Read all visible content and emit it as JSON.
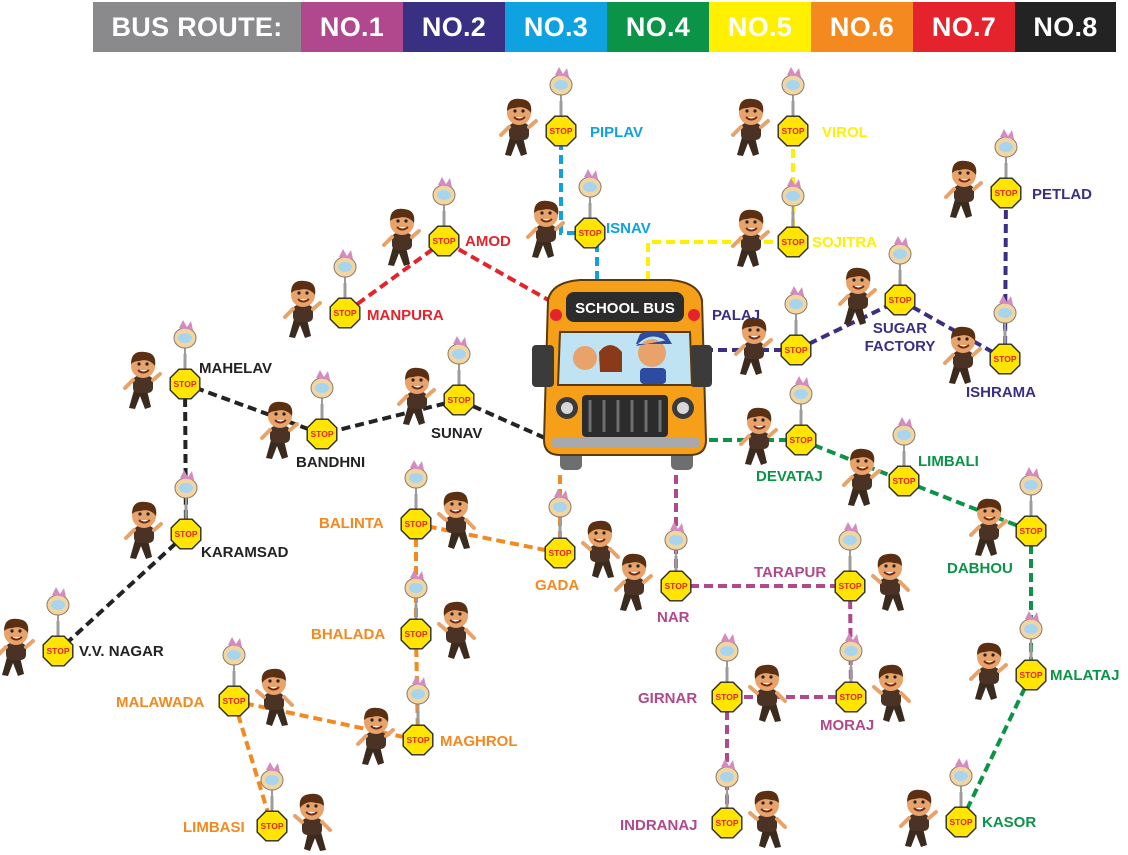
{
  "legend": {
    "title": "BUS ROUTE:",
    "title_color": "#8a8a8c",
    "routes": [
      {
        "label": "NO.1",
        "color": "#b1488e"
      },
      {
        "label": "NO.2",
        "color": "#3a3083"
      },
      {
        "label": "NO.3",
        "color": "#0ea2e1"
      },
      {
        "label": "NO.4",
        "color": "#0b9447"
      },
      {
        "label": "NO.5",
        "color": "#fff000"
      },
      {
        "label": "NO.6",
        "color": "#f3891f"
      },
      {
        "label": "NO.7",
        "color": "#e4232d"
      },
      {
        "label": "NO.8",
        "color": "#232323"
      }
    ]
  },
  "stop_sign_text": "STOP",
  "bus": {
    "text": "SCHOOL BUS"
  },
  "stops": {
    "piplav": {
      "name": "PIPLAV",
      "route": 2
    },
    "isnav": {
      "name": "ISNAV",
      "route": 2
    },
    "virol": {
      "name": "VIROL",
      "route": 4
    },
    "sojitra": {
      "name": "SOJITRA",
      "route": 4
    },
    "petlad": {
      "name": "PETLAD",
      "route": 1
    },
    "palaj": {
      "name": "PALAJ",
      "route": 1
    },
    "sugar": {
      "name": "SUGAR\nFACTORY",
      "route": 1
    },
    "ishrama": {
      "name": "ISHRAMA",
      "route": 1
    },
    "amod": {
      "name": "AMOD",
      "route": 6
    },
    "manpura": {
      "name": "MANPURA",
      "route": 6
    },
    "mahelav": {
      "name": "MAHELAV",
      "route": 7
    },
    "bandhni": {
      "name": "BANDHNI",
      "route": 7
    },
    "sunav": {
      "name": "SUNAV",
      "route": 7
    },
    "karamsad": {
      "name": "KARAMSAD",
      "route": 7
    },
    "vvnagar": {
      "name": "V.V. NAGAR",
      "route": 7
    },
    "devataj": {
      "name": "DEVATAJ",
      "route": 3
    },
    "limbali": {
      "name": "LIMBALI",
      "route": 3
    },
    "dabhou": {
      "name": "DABHOU",
      "route": 3
    },
    "malataj": {
      "name": "MALATAJ",
      "route": 3
    },
    "kasor": {
      "name": "KASOR",
      "route": 3
    },
    "balinta": {
      "name": "BALINTA",
      "route": 5
    },
    "gada": {
      "name": "GADA",
      "route": 5
    },
    "bhalada": {
      "name": "BHALADA",
      "route": 5
    },
    "maghrol": {
      "name": "MAGHROL",
      "route": 5
    },
    "malawada": {
      "name": "MALAWADA",
      "route": 5
    },
    "limbasi": {
      "name": "LIMBASI",
      "route": 5
    },
    "nar": {
      "name": "NAR",
      "route": 0
    },
    "tarapur": {
      "name": "TARAPUR",
      "route": 0
    },
    "moraj": {
      "name": "MORAJ",
      "route": 0
    },
    "girnar": {
      "name": "GIRNAR",
      "route": 0
    },
    "indranaj": {
      "name": "INDRANAJ",
      "route": 0
    }
  },
  "connections": [
    {
      "route": 2,
      "path": [
        "bus",
        "isnav",
        "piplav"
      ]
    },
    {
      "route": 4,
      "path": [
        "bus",
        "sojitra",
        "virol"
      ]
    },
    {
      "route": 1,
      "path": [
        "bus",
        "palaj",
        "sugar",
        "ishrama",
        "petlad"
      ]
    },
    {
      "route": 6,
      "path": [
        "bus",
        "amod",
        "manpura"
      ]
    },
    {
      "route": 7,
      "path": [
        "bus",
        "sunav",
        "bandhni",
        "mahelav",
        "karamsad",
        "vvnagar"
      ]
    },
    {
      "route": 3,
      "path": [
        "bus",
        "devataj",
        "limbali",
        "dabhou",
        "malataj",
        "kasor"
      ]
    },
    {
      "route": 5,
      "path": [
        "bus",
        "gada",
        "balinta",
        "bhalada",
        "maghrol",
        "malawada",
        "limbasi"
      ]
    },
    {
      "route": 0,
      "path": [
        "bus",
        "nar",
        "tarapur",
        "moraj",
        "girnar",
        "indranaj"
      ]
    }
  ]
}
